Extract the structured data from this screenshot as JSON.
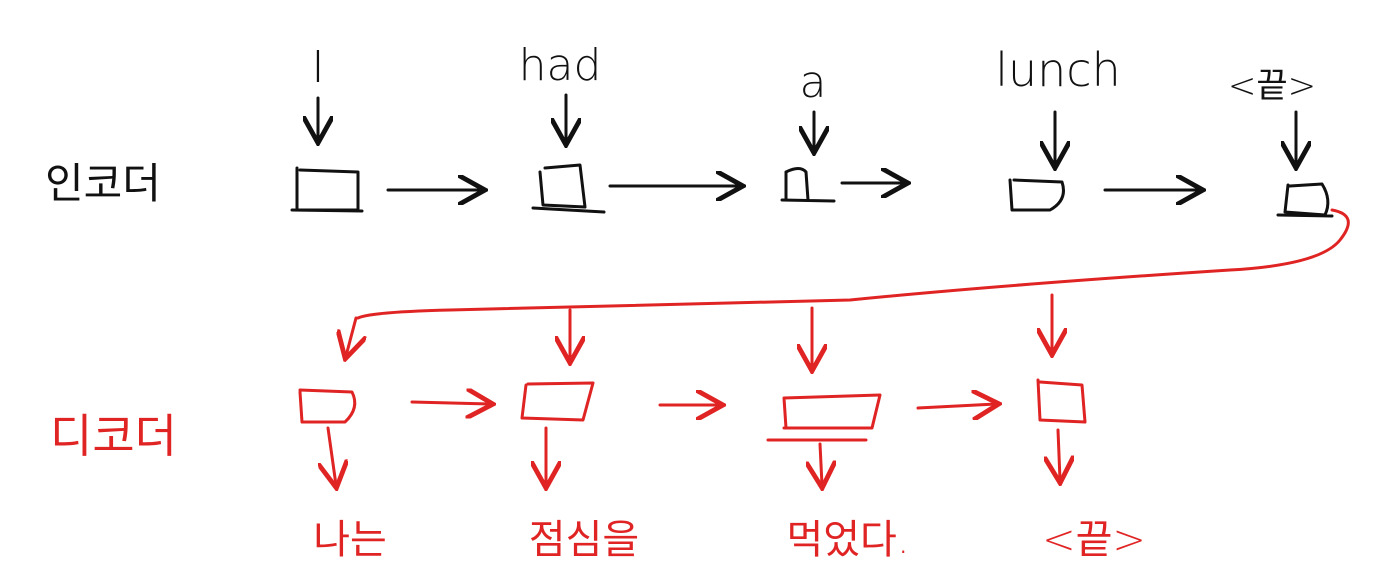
{
  "colors": {
    "encoder": "#111111",
    "decoder": "#e02424",
    "background": "#ffffff"
  },
  "encoder": {
    "label": "인코더",
    "inputs": [
      "I",
      "had",
      "a",
      "lunch",
      "<끝>"
    ]
  },
  "decoder": {
    "label": "디코더",
    "outputs": [
      "나는",
      "점심을",
      "먹었다.",
      "<끝>"
    ]
  }
}
